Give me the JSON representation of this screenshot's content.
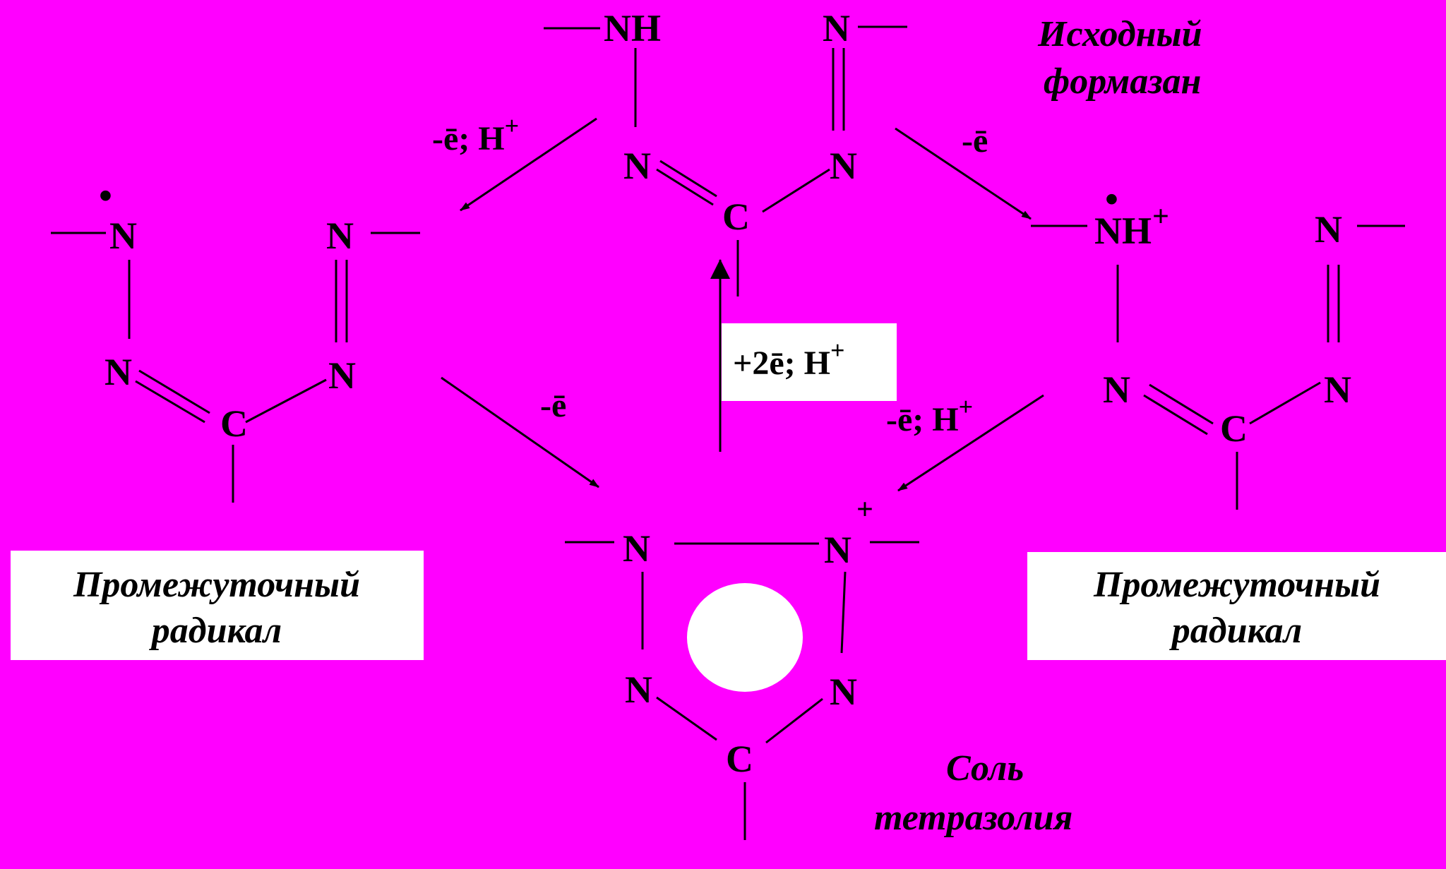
{
  "colors": {
    "background": "#FF00FF",
    "ink": "#000000",
    "box": "#FFFFFF"
  },
  "titles": {
    "top_line1": "Исходный",
    "top_line2": "формазан",
    "left_line1": "Промежуточный",
    "left_line2": "радикал",
    "right_line1": "Промежуточный",
    "right_line2": "радикал",
    "bottom_line1": "Соль",
    "bottom_line2": "тетразолия"
  },
  "atoms": {
    "N": "N",
    "NH": "NH",
    "C": "C",
    "radical_dot": "•",
    "plus": "+"
  },
  "reactions": {
    "top_left": {
      "base": "-ē; H",
      "sup": "+"
    },
    "top_right": {
      "base": "-ē"
    },
    "left_bottom": {
      "base": "-ē"
    },
    "right_bottom": {
      "base": "-ē; H",
      "sup": "+"
    },
    "center_up": {
      "base": "+2ē; H",
      "sup": "+"
    }
  }
}
